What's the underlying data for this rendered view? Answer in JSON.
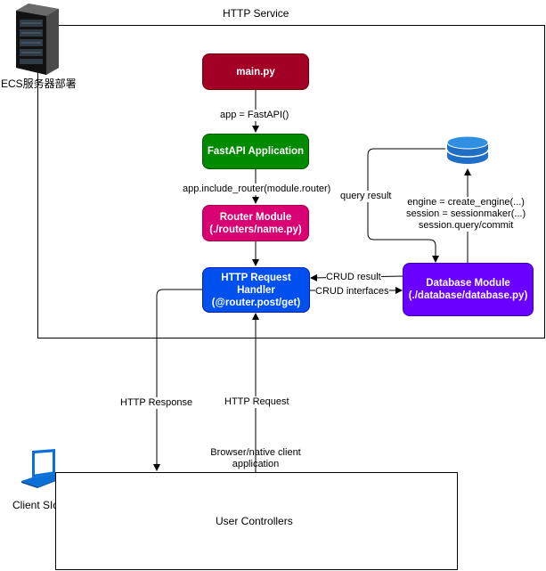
{
  "service_box": {
    "title": "HTTP Service"
  },
  "server": {
    "label": "ECS服务器部署",
    "icon": "server-rack-icon"
  },
  "client": {
    "label": "Client SIde",
    "icon": "laptop-icon"
  },
  "client_box": {
    "caption": "Browser/native client application",
    "content": "User  Controllers"
  },
  "nodes": {
    "main": {
      "label": "main.py",
      "fill": "#a20025",
      "stroke": "#6f0000"
    },
    "fastapi": {
      "label": "FastAPI Application",
      "fill": "#008a00",
      "stroke": "#005700"
    },
    "router": {
      "line1": "Router Module",
      "line2": "(./routers/name.py)",
      "fill": "#d80073",
      "stroke": "#a50040"
    },
    "handler": {
      "line1": "HTTP Request",
      "line2": "Handler",
      "line3": "(@router.post/get)",
      "fill": "#0050ef",
      "stroke": "#001dbc"
    },
    "database": {
      "line1": "Database Module",
      "line2": "(./database/database.py)",
      "fill": "#6a00ff",
      "stroke": "#3700cc"
    }
  },
  "database_icon": {
    "icon": "database-cylinder-icon",
    "color": "#1f6fc5"
  },
  "edges": {
    "app_fastapi": "app  = FastAPI()",
    "include_router": "app.include_router(module.router)",
    "query_result": "query result",
    "engine_line1": "engine = create_engine(...)",
    "engine_line2": "session = sessionmaker(...)",
    "engine_line3": "session.query/commit",
    "crud_result": "CRUD result",
    "crud_interfaces": "CRUD interfaces",
    "http_response": "HTTP Response",
    "http_request": "HTTP Request"
  }
}
